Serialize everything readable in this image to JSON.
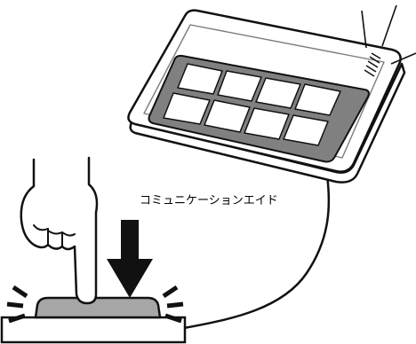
{
  "caption": {
    "label": "コミュニケーションエイド"
  },
  "colors": {
    "outline": "#111111",
    "device_body": "#ffffff",
    "panel": "#808080",
    "button_fill": "#a6a6a6",
    "keys": "#ffffff"
  },
  "icons": {
    "hand": "pointing-hand-icon",
    "arrow": "down-arrow-icon",
    "switch": "press-switch-icon",
    "device": "communication-aid-device-icon"
  },
  "keypad": {
    "rows": 2,
    "columns": 4
  }
}
